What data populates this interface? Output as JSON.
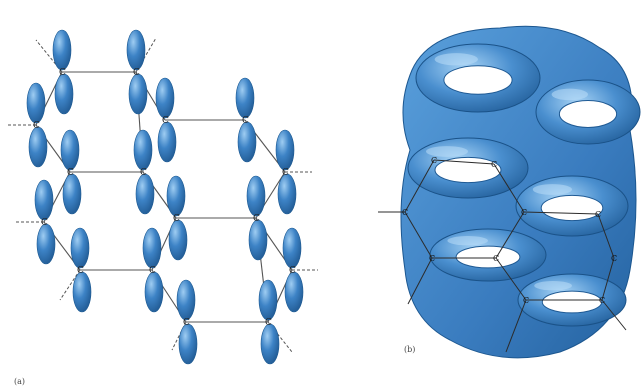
{
  "panels": {
    "a": {
      "label": "(a)",
      "atom_symbol": "C"
    },
    "b": {
      "label": "(b)",
      "atom_symbol": "C"
    }
  },
  "colors": {
    "orbital_fill": "#3d7fc1",
    "orbital_light": "#8cc0ec",
    "orbital_dark": "#1f5a94",
    "bond_line": "#444444",
    "page_background": "#ffffff"
  }
}
